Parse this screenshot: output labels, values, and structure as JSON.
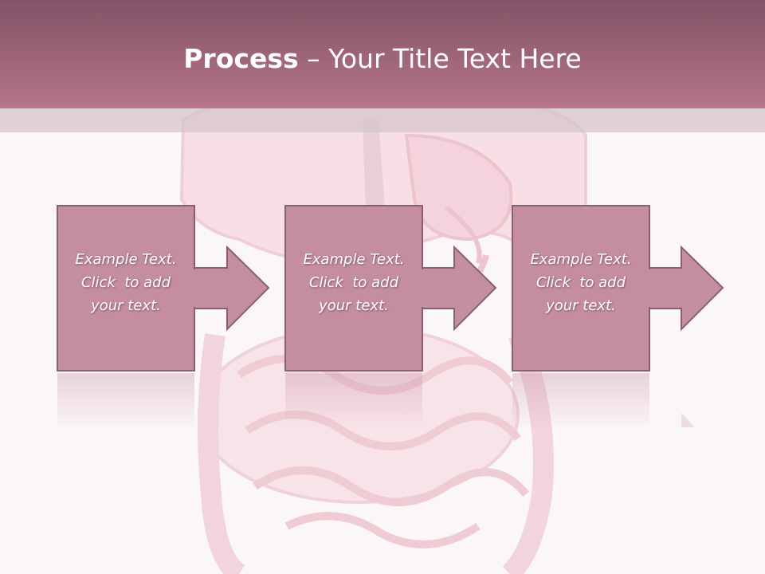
{
  "slide": {
    "title_bold": "Process",
    "title_dash": " – ",
    "title_rest": "Your Title Text Here"
  },
  "steps": [
    {
      "lines": [
        "Example Text.",
        "Click  to add",
        "your text."
      ]
    },
    {
      "lines": [
        "Example Text.",
        "Click  to add",
        "your text."
      ]
    },
    {
      "lines": [
        "Example Text.",
        "Click  to add",
        "your text."
      ]
    }
  ],
  "colors": {
    "title_bar": "#9a6277",
    "box_fill": "#c48ea0",
    "box_border": "#8c5f70",
    "background": "#fbf6f8"
  },
  "icons": [
    "arrow-right-icon",
    "anatomy-background-image"
  ]
}
